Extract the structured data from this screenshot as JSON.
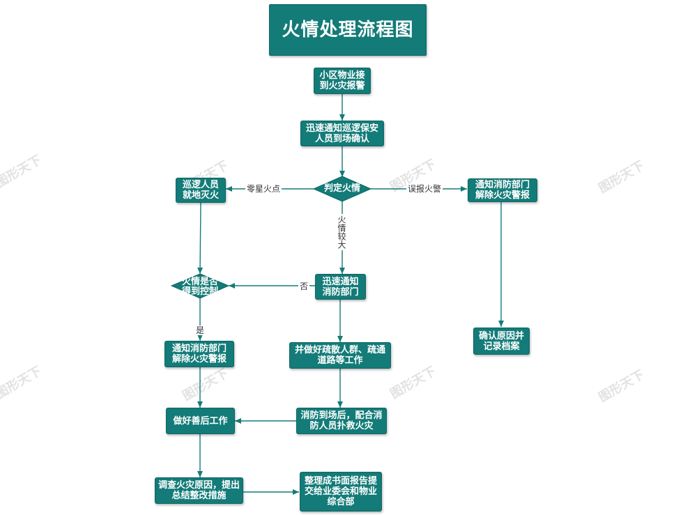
{
  "title": "火情处理流程图",
  "watermark": "图形天下",
  "colors": {
    "node": "#137b78",
    "edge": "#137b78",
    "text": "#ffffff"
  },
  "nodes": {
    "receive_alarm": "小区物业接到火灾报警",
    "notify_patrol": "迅速通知巡逻保安人员到场确认",
    "judge_fire": "判定火情",
    "patrol_extinguish": "巡逻人员就地灭火",
    "notify_fire_dept_cancel": "通知消防部门解除火灾警报",
    "controlled_check": "火情是否得到控制",
    "notify_fire_dept": "迅速通知消防部门",
    "notify_fire_dept_cancel_2": "通知消防部门解除火灾警报",
    "evacuate": "并做好疏散人群、疏通道路等工作",
    "confirm_cause": "确认原因并记录档案",
    "aftermath": "做好善后工作",
    "assist_firefighters": "消防到场后，配合消防人员扑救火灾",
    "investigate": "调查火灾原因，提出总结整改措施",
    "report": "整理成书面报告提交给业委会和物业综合部"
  },
  "edge_labels": {
    "small_fire": "零星火点",
    "false_alarm": "误报火警",
    "big_fire": "火情较大",
    "no": "否",
    "yes": "是"
  }
}
